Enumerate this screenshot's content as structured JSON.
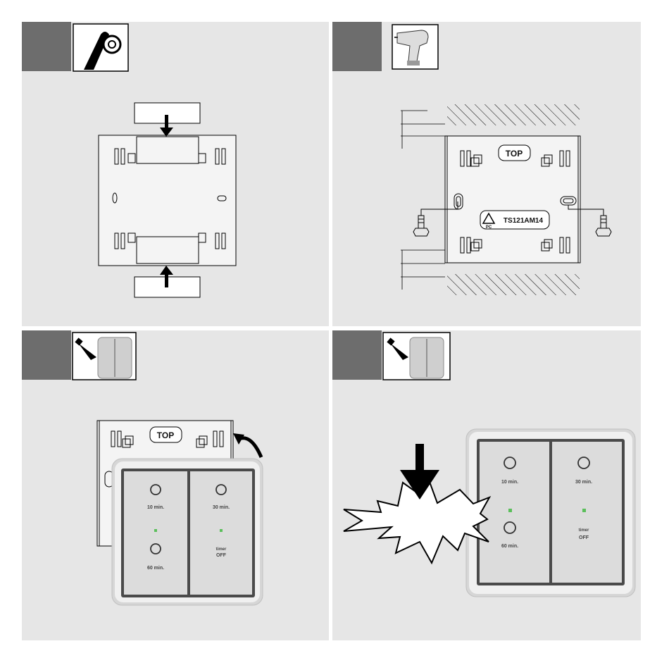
{
  "panel1": {
    "icon": "adhesive-tape-icon"
  },
  "panel2": {
    "icon": "power-drill-icon",
    "top_label": "TOP",
    "model_code": "TS121AM14",
    "material_code": "PC"
  },
  "panel3": {
    "icon": "snap-in-switch-icon",
    "top_label": "TOP",
    "switch_labels": [
      "10 min.",
      "30 min.",
      "60 min.",
      "timer",
      "OFF"
    ]
  },
  "panel4": {
    "icon": "snap-in-switch-icon",
    "switch_labels": [
      "10 min.",
      "30 min.",
      "60 min.",
      "timer",
      "OFF"
    ]
  },
  "colors": {
    "panel_bg": "#e6e6e6",
    "step_badge": "#6d6d6d",
    "led": "#5bbf5b"
  }
}
